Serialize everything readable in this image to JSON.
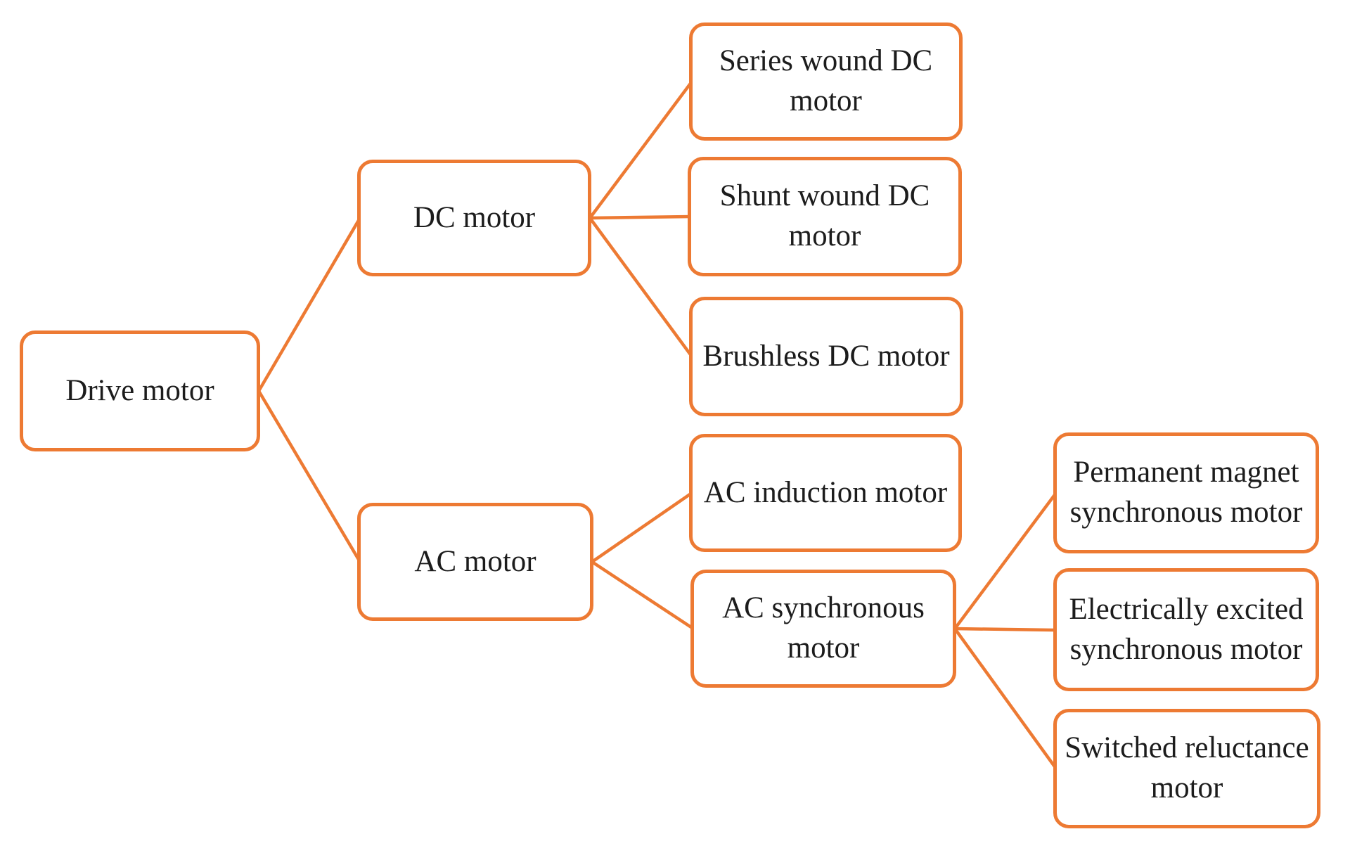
{
  "diagram": {
    "type": "tree",
    "orientation": "left-to-right",
    "root": "drive"
  },
  "colors": {
    "accent": "#ED7A33",
    "text": "#1C1C1C",
    "node_fill": "#FFFFFF",
    "background": "#FFFFFF"
  },
  "nodes": {
    "drive": {
      "label": "Drive motor"
    },
    "dc": {
      "label": "DC motor"
    },
    "ac": {
      "label": "AC motor"
    },
    "series": {
      "label": "Series wound DC motor"
    },
    "shunt": {
      "label": "Shunt wound DC motor"
    },
    "brushless": {
      "label": "Brushless DC motor"
    },
    "induction": {
      "label": "AC induction motor"
    },
    "synchronous": {
      "label": "AC synchronous motor"
    },
    "pmsm": {
      "label": "Permanent magnet synchronous motor"
    },
    "eesm": {
      "label": "Electrically excited synchronous motor"
    },
    "srm": {
      "label": "Switched reluctance motor"
    }
  },
  "edges": [
    {
      "from": "drive",
      "to": "dc"
    },
    {
      "from": "drive",
      "to": "ac"
    },
    {
      "from": "dc",
      "to": "series"
    },
    {
      "from": "dc",
      "to": "shunt"
    },
    {
      "from": "dc",
      "to": "brushless"
    },
    {
      "from": "ac",
      "to": "induction"
    },
    {
      "from": "ac",
      "to": "synchronous"
    },
    {
      "from": "synchronous",
      "to": "pmsm"
    },
    {
      "from": "synchronous",
      "to": "eesm"
    },
    {
      "from": "synchronous",
      "to": "srm"
    }
  ]
}
